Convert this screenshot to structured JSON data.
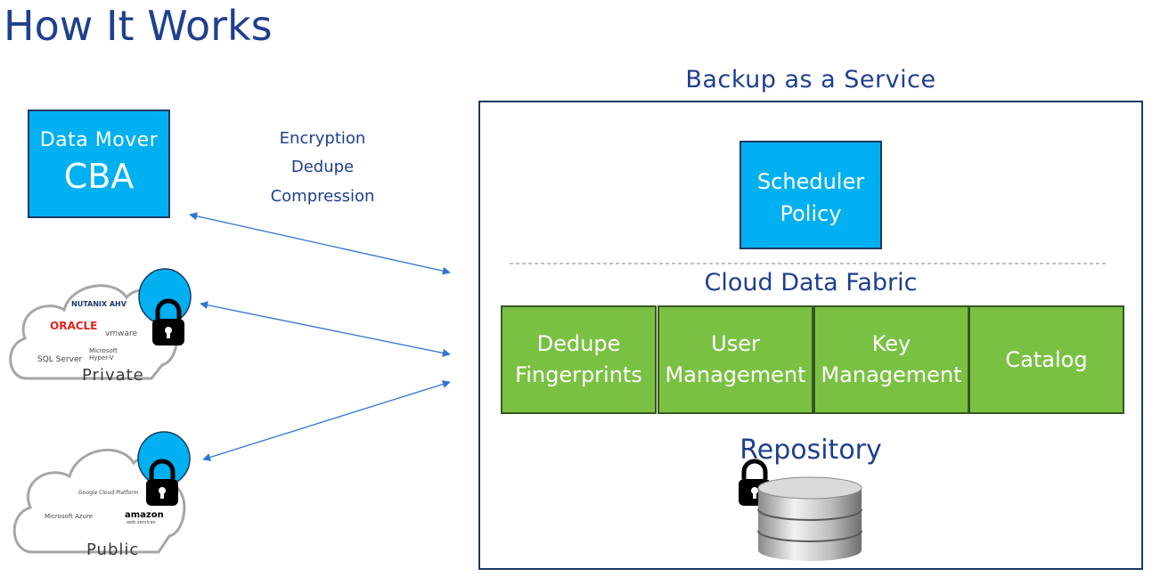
{
  "page": {
    "title": "How It Works"
  },
  "data_mover": {
    "line1": "Data Mover",
    "line2": "CBA"
  },
  "processes": [
    "Encryption",
    "Dedupe",
    "Compression"
  ],
  "clouds": {
    "private": {
      "label": "Private",
      "logos": [
        "NUTANIX AHV",
        "ORACLE",
        "vmware",
        "SQL Server",
        "Microsoft Hyper-V"
      ]
    },
    "public": {
      "label": "Public",
      "logos": [
        "Google Cloud Platform",
        "Microsoft Azure",
        "amazon",
        "web services"
      ]
    }
  },
  "baas": {
    "title": "Backup as a Service",
    "scheduler": {
      "line1": "Scheduler",
      "line2": "Policy"
    },
    "fabric_title": "Cloud Data Fabric",
    "modules": [
      {
        "line1": "Dedupe",
        "line2": "Fingerprints"
      },
      {
        "line1": "User",
        "line2": "Management"
      },
      {
        "line1": "Key",
        "line2": "Management"
      },
      {
        "line1": "Catalog",
        "line2": ""
      }
    ],
    "repository": "Repository"
  },
  "colors": {
    "title_blue": "#1f3f8f",
    "box_blue": "#00b0f0",
    "box_green": "#7ac143",
    "arrow_blue": "#2e75d6"
  }
}
